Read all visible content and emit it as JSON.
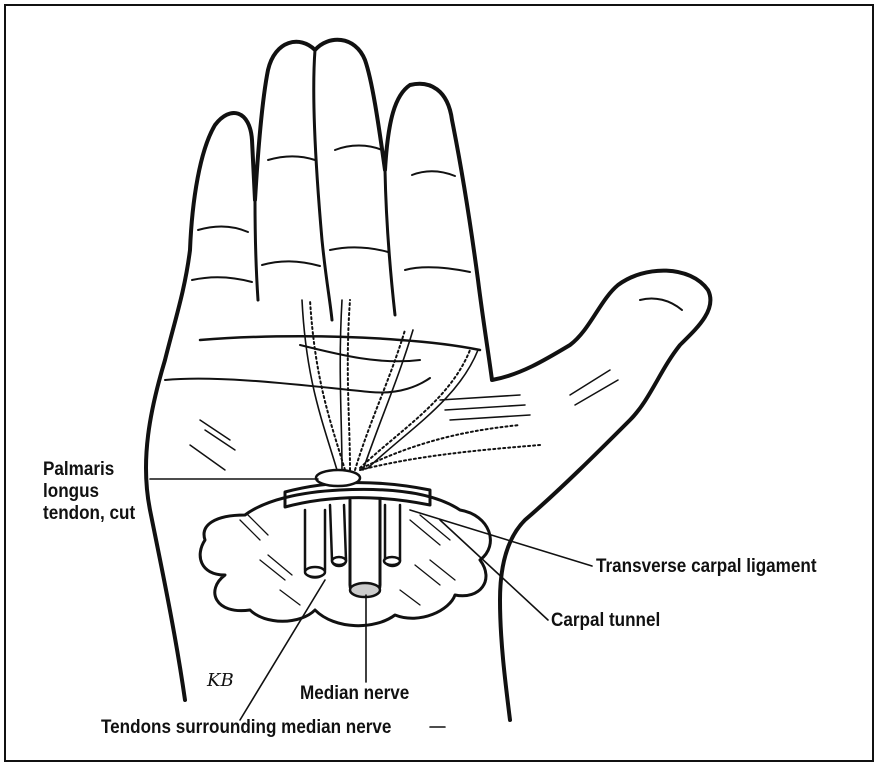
{
  "labels": {
    "palmaris_line1": "Palmaris",
    "palmaris_line2": "longus",
    "palmaris_line3": "tendon, cut",
    "transverse": "Transverse carpal ligament",
    "carpal_tunnel": "Carpal tunnel",
    "median_nerve": "Median nerve",
    "tendons": "Tendons surrounding median nerve"
  },
  "signature": "KB",
  "colors": {
    "ink": "#111111",
    "paper": "#ffffff"
  }
}
